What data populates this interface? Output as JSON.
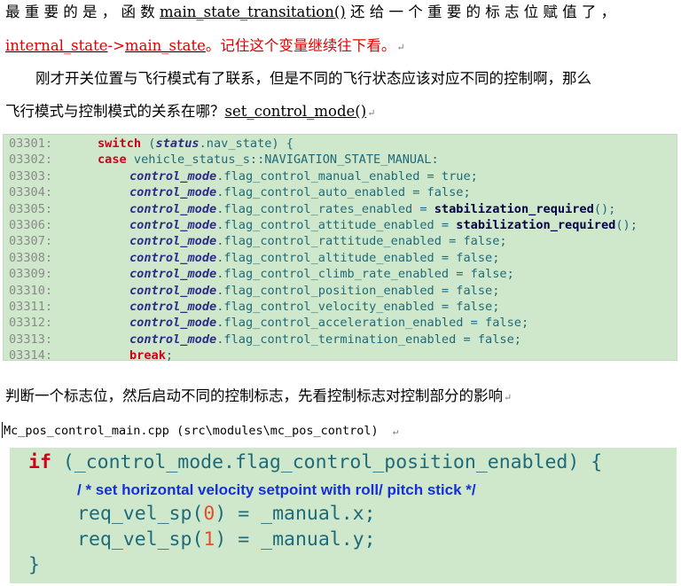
{
  "para1": {
    "line1_prefix": "最 重 要 的 是 ， 函 数 ",
    "func_name": "main_state_transitation()",
    "line1_suffix": " 还 给 一 个 重 要 的 标 志 位 赋 值 了 ，",
    "var_a": "internal_state",
    "arrow": "->",
    "var_b": "main_state",
    "note": "。记住这个变量继续往下看。"
  },
  "para2": {
    "line1": "刚才开关位置与飞行模式有了联系，但是不同的飞行状态应该对应不同的控制啊，那么",
    "line2": "飞行模式与控制模式的关系在哪？",
    "func_name": "set_control_mode()"
  },
  "code1": {
    "lines": [
      {
        "num": "03301:",
        "indent": 0,
        "parts": [
          {
            "t": "switch",
            "c": "kw"
          },
          {
            "t": " ("
          },
          {
            "t": "status",
            "c": "vi"
          },
          {
            "t": ".nav_state) {"
          }
        ]
      },
      {
        "num": "03302:",
        "indent": 0,
        "parts": [
          {
            "t": "case",
            "c": "kw"
          },
          {
            "t": " vehicle_status_s::NAVIGATION_STATE_MANUAL:"
          }
        ]
      },
      {
        "num": "03303:",
        "indent": 1,
        "parts": [
          {
            "t": "control_mode",
            "c": "vi"
          },
          {
            "t": ".flag_control_manual_enabled = true;"
          }
        ]
      },
      {
        "num": "03304:",
        "indent": 1,
        "parts": [
          {
            "t": "control_mode",
            "c": "vi"
          },
          {
            "t": ".flag_control_auto_enabled = false;"
          }
        ]
      },
      {
        "num": "03305:",
        "indent": 1,
        "parts": [
          {
            "t": "control_mode",
            "c": "vi"
          },
          {
            "t": ".flag_control_rates_enabled = "
          },
          {
            "t": "stabilization_required",
            "c": "fn"
          },
          {
            "t": "();"
          }
        ]
      },
      {
        "num": "03306:",
        "indent": 1,
        "parts": [
          {
            "t": "control_mode",
            "c": "vi"
          },
          {
            "t": ".flag_control_attitude_enabled = "
          },
          {
            "t": "stabilization_required",
            "c": "fn"
          },
          {
            "t": "();"
          }
        ]
      },
      {
        "num": "03307:",
        "indent": 1,
        "parts": [
          {
            "t": "control_mode",
            "c": "vi"
          },
          {
            "t": ".flag_control_rattitude_enabled = false;"
          }
        ]
      },
      {
        "num": "03308:",
        "indent": 1,
        "parts": [
          {
            "t": "control_mode",
            "c": "vi"
          },
          {
            "t": ".flag_control_altitude_enabled = false;"
          }
        ]
      },
      {
        "num": "03309:",
        "indent": 1,
        "parts": [
          {
            "t": "control_mode",
            "c": "vi"
          },
          {
            "t": ".flag_control_climb_rate_enabled = false;"
          }
        ]
      },
      {
        "num": "03310:",
        "indent": 1,
        "parts": [
          {
            "t": "control_mode",
            "c": "vi"
          },
          {
            "t": ".flag_control_position_enabled = false;"
          }
        ]
      },
      {
        "num": "03311:",
        "indent": 1,
        "parts": [
          {
            "t": "control_mode",
            "c": "vi"
          },
          {
            "t": ".flag_control_velocity_enabled = false;"
          }
        ]
      },
      {
        "num": "03312:",
        "indent": 1,
        "parts": [
          {
            "t": "control_mode",
            "c": "vi"
          },
          {
            "t": ".flag_control_acceleration_enabled = false;"
          }
        ]
      },
      {
        "num": "03313:",
        "indent": 1,
        "parts": [
          {
            "t": "control_mode",
            "c": "vi"
          },
          {
            "t": ".flag_control_termination_enabled = false;"
          }
        ]
      },
      {
        "num": "03314:",
        "indent": 1,
        "parts": [
          {
            "t": "break",
            "c": "kw"
          },
          {
            "t": ";"
          }
        ]
      }
    ]
  },
  "para3": {
    "text": "判断一个标志位，然后启动不同的控制标志，先看控制标志对控制部分的影响"
  },
  "file_path": "Mc_pos_control_main.cpp (src\\modules\\mc_pos_control)",
  "code2": {
    "if_kw": "if",
    "if_cond": " (_control_mode.flag_control_position_enabled) {",
    "comment": "/ * set horizontal velocity setpoint with roll/ pitch stick */",
    "l1_pre": "req_vel_sp(",
    "l1_num": "0",
    "l1_post": ") = _manual.x;",
    "l2_pre": "req_vel_sp(",
    "l2_num": "1",
    "l2_post": ") = _manual.y;",
    "close": "}"
  },
  "colors": {
    "code_background": "#cfe8cb",
    "keyword": "#d0001a",
    "code_text": "#1f6a7a",
    "comment": "#1530d8",
    "highlight_red": "#e00000"
  }
}
